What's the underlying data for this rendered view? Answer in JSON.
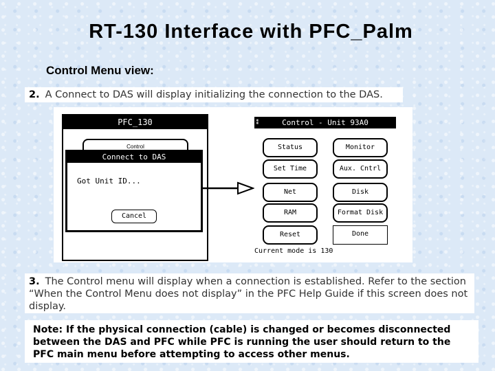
{
  "slide": {
    "title": "RT-130 Interface with PFC_Palm",
    "subtitle": "Control Menu view:"
  },
  "step2": {
    "number": "2.",
    "text": "A Connect to DAS will display initializing the connection to the DAS."
  },
  "step3": {
    "number": "3.",
    "text": "The Control menu will display when a connection is established. Refer to the section “When the Control Menu does not display” in the PFC Help Guide if this screen does not display."
  },
  "note": {
    "text": "Note: If the physical connection (cable) is changed or becomes disconnected between the DAS and PFC while PFC is running the user should return to the PFC main menu before attempting to access other menus."
  },
  "palm_left": {
    "title": "PFC_130",
    "ghost_button": "Control",
    "dialog": {
      "title": "Connect to DAS",
      "message": "Got Unit ID...",
      "cancel": "Cancel"
    }
  },
  "palm_right": {
    "title": "Control - Unit 93A0",
    "buttons": [
      "Status",
      "Monitor",
      "Set Time",
      "Aux. Cntrl",
      "Net",
      "Disk",
      "RAM",
      "Format Disk",
      "Reset",
      "Done"
    ],
    "status": "Current mode is 130"
  },
  "icons": {
    "arrow": "right-arrow-icon"
  }
}
